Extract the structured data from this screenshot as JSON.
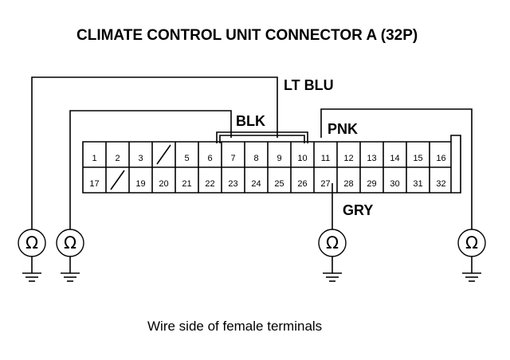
{
  "title": "CLIMATE CONTROL UNIT CONNECTOR A (32P)",
  "caption": "Wire side of female terminals",
  "wire_labels": {
    "lt_blu": "LT BLU",
    "blk": "BLK",
    "pnk": "PNK",
    "gry": "GRY"
  },
  "connector": {
    "top_row": [
      "1",
      "2",
      "3",
      "",
      "5",
      "6",
      "7",
      "8",
      "9",
      "10",
      "11",
      "12",
      "13",
      "14",
      "15",
      "16"
    ],
    "bottom_row": [
      "17",
      "",
      "19",
      "20",
      "21",
      "22",
      "23",
      "24",
      "25",
      "26",
      "27",
      "28",
      "29",
      "30",
      "31",
      "32"
    ]
  },
  "meters": [
    {
      "symbol": "Ω",
      "icon": "ohmmeter-icon"
    },
    {
      "symbol": "Ω",
      "icon": "ohmmeter-icon"
    },
    {
      "symbol": "Ω",
      "icon": "ohmmeter-icon"
    },
    {
      "symbol": "Ω",
      "icon": "ohmmeter-icon"
    }
  ]
}
